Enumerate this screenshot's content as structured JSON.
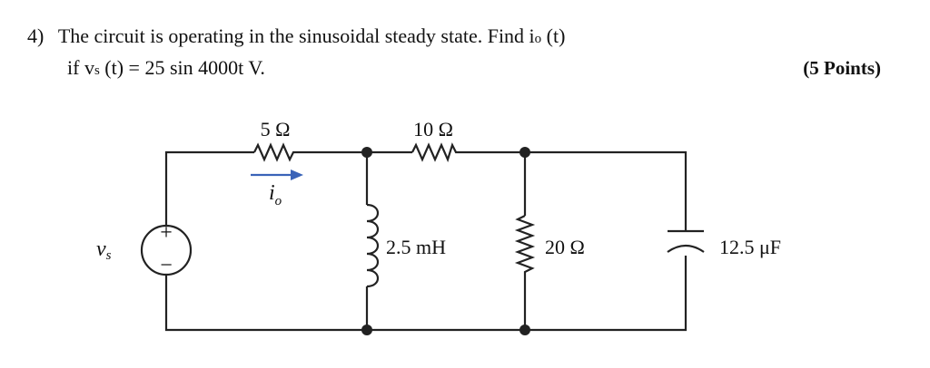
{
  "question": {
    "number": "4)",
    "line1": "The circuit is operating in the sinusoidal steady state. Find i",
    "line1_sub": "o",
    "line1_end": " (t)",
    "line2_start": "if v",
    "line2_sub": "s",
    "line2_end": " (t) = 25 sin 4000t V.",
    "points": "(5 Points)"
  },
  "circuit": {
    "source_label": "v",
    "source_label_sub": "s",
    "source_plus": "+",
    "source_minus": "−",
    "r1_label": "5 Ω",
    "r2_label": "10 Ω",
    "current_label": "i",
    "current_label_sub": "o",
    "inductor_label": "2.5 mH",
    "r3_label": "20 Ω",
    "capacitor_label": "12.5 μF",
    "arrow_color": "#3a63b8"
  }
}
